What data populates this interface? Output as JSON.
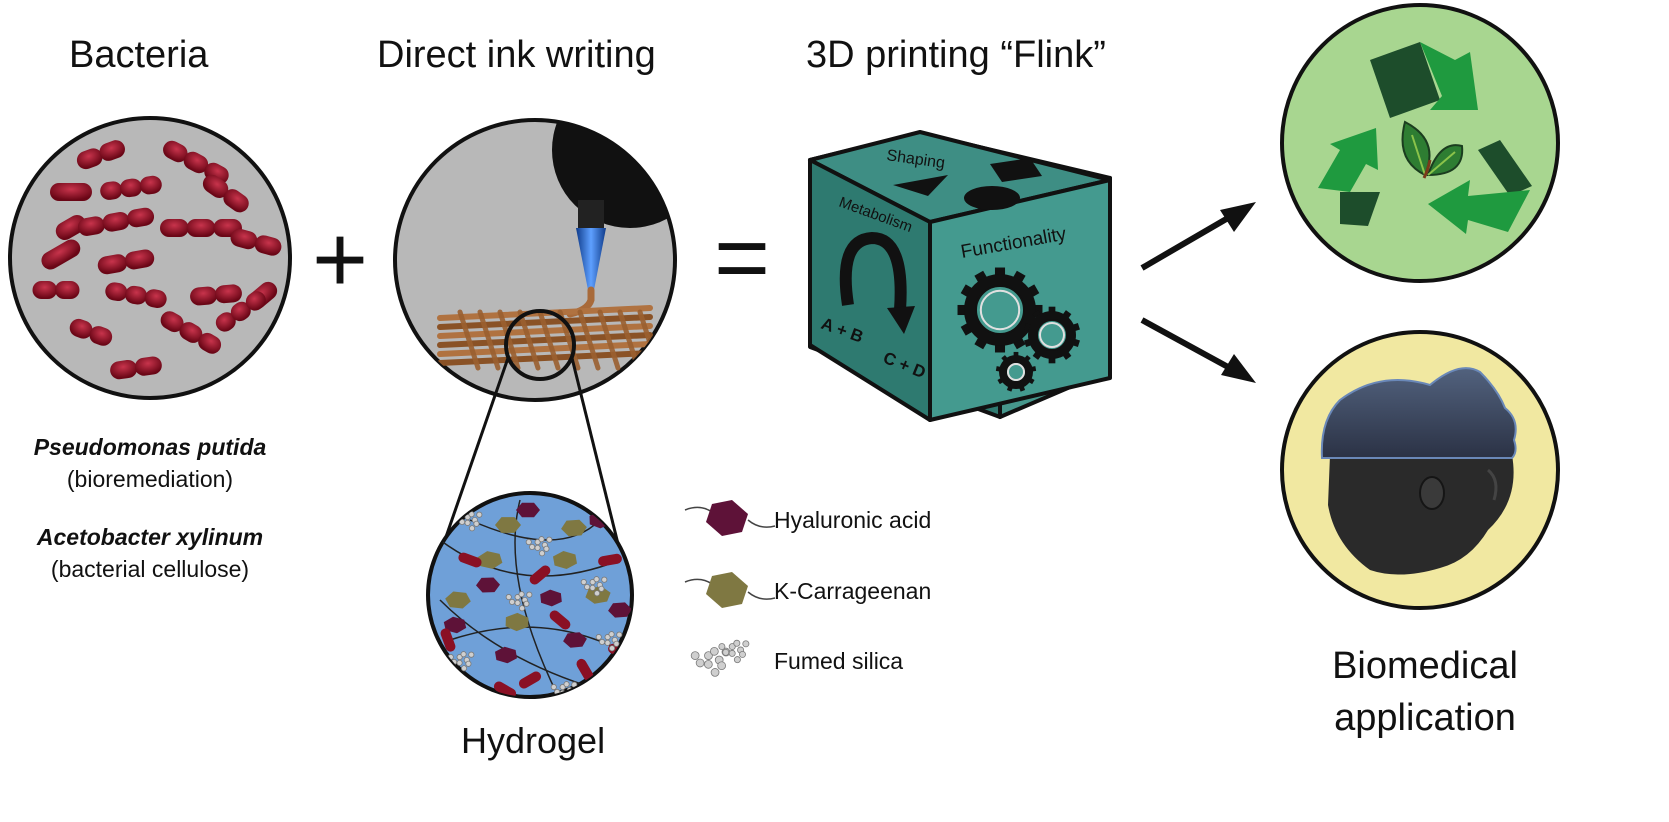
{
  "headings": {
    "bacteria": "Bacteria",
    "direct_ink_writing": "Direct ink writing",
    "printing": "3D printing “Flink”"
  },
  "operators": {
    "plus": "+",
    "equals": "="
  },
  "species": [
    {
      "name": "Pseudomonas putida",
      "role": "(bioremediation)"
    },
    {
      "name": "Acetobacter xylinum",
      "role": "(bacterial cellulose)"
    }
  ],
  "hydrogel": {
    "label": "Hydrogel",
    "legend": [
      {
        "label": "Hyaluronic acid",
        "icon": "hexagon-icon",
        "color": "#5e1238"
      },
      {
        "label": "K-Carrageenan",
        "icon": "hexagon-icon",
        "color": "#7f7842"
      },
      {
        "label": "Fumed silica",
        "icon": "silica-cluster-icon",
        "color": "#b9b9b9"
      }
    ]
  },
  "cube": {
    "top": "Shaping",
    "left": "Metabolism",
    "right": "Functionality",
    "reactant": "A + B",
    "product": "C + D"
  },
  "applications": {
    "biomedical": "Biomedical application"
  },
  "colors": {
    "bacteria_fill": "#8a1024",
    "circle_gray": "#b8b8b8",
    "hydrogel_blue": "#6fa0d8",
    "cube_teal": "#3e8e84",
    "recycle_bg": "#a8d690",
    "recycle_arrow": "#1f9a3f",
    "recycle_dark": "#1d4d2b",
    "biomedical_bg": "#f1e8a1",
    "scaffold_brown": "#a86a3a"
  }
}
